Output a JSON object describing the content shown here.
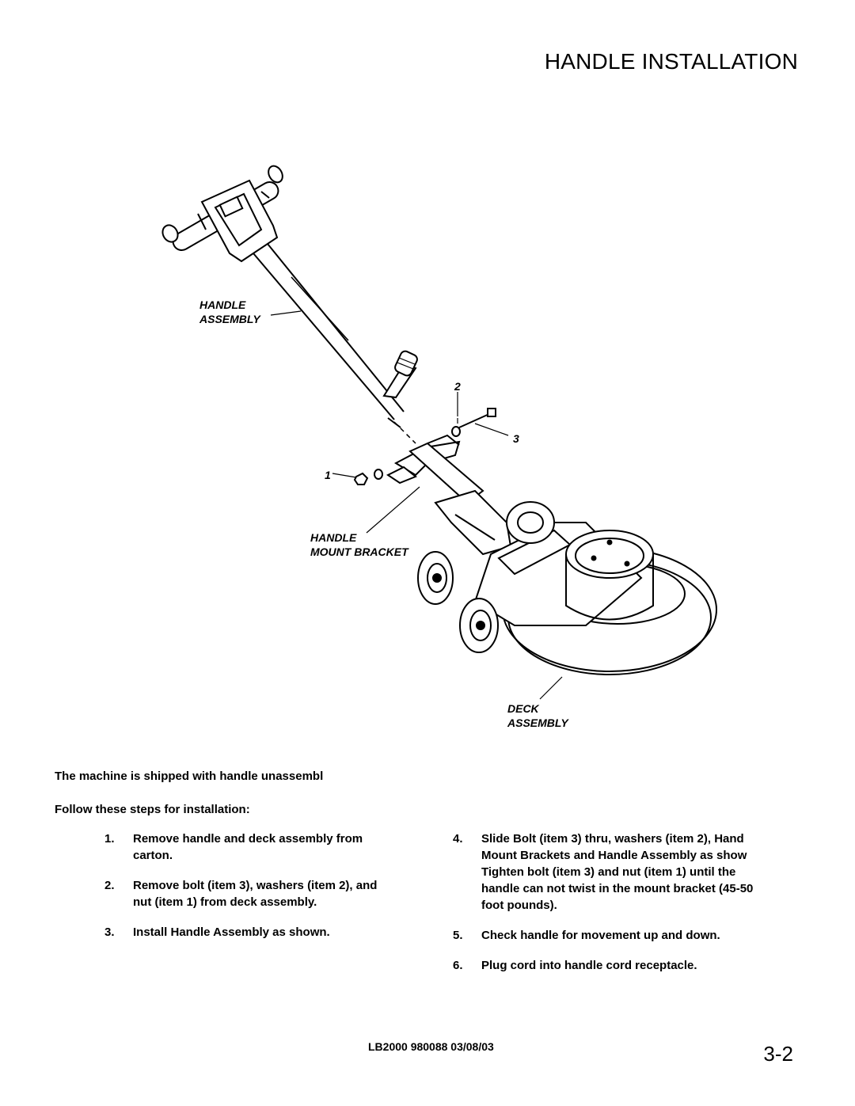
{
  "title": "HANDLE INSTALLATION",
  "figure": {
    "labels": {
      "handle_assembly_1": "HANDLE",
      "handle_assembly_2": "ASSEMBLY",
      "handle_mount_1": "HANDLE",
      "handle_mount_2": "MOUNT BRACKET",
      "deck_1": "DECK",
      "deck_2": "ASSEMBLY",
      "item_1": "1",
      "item_2": "2",
      "item_3": "3"
    }
  },
  "intro": "The machine is shipped with handle unassembl",
  "follow": "Follow these steps for installation:",
  "steps_left": [
    {
      "num": "1.",
      "text": "Remove handle and deck assembly from\ncarton."
    },
    {
      "num": "2.",
      "text": "Remove bolt (item 3), washers (item 2), and\nnut (item 1) from deck assembly."
    },
    {
      "num": "3.",
      "text": "Install Handle Assembly as shown."
    }
  ],
  "steps_right": [
    {
      "num": "4.",
      "text": "Slide Bolt  (item 3) thru, washers (item 2), Hand\nMount Brackets and Handle Assembly as show\nTighten bolt (item 3) and nut (item 1) until the\nhandle can not twist in the mount bracket (45-50\nfoot pounds)."
    },
    {
      "num": "5.",
      "text": "Check handle for movement up and down."
    },
    {
      "num": "6.",
      "text": "Plug cord into handle cord receptacle."
    }
  ],
  "footer": {
    "code": "LB2000  980088  03/08/03",
    "page": "3-2"
  }
}
